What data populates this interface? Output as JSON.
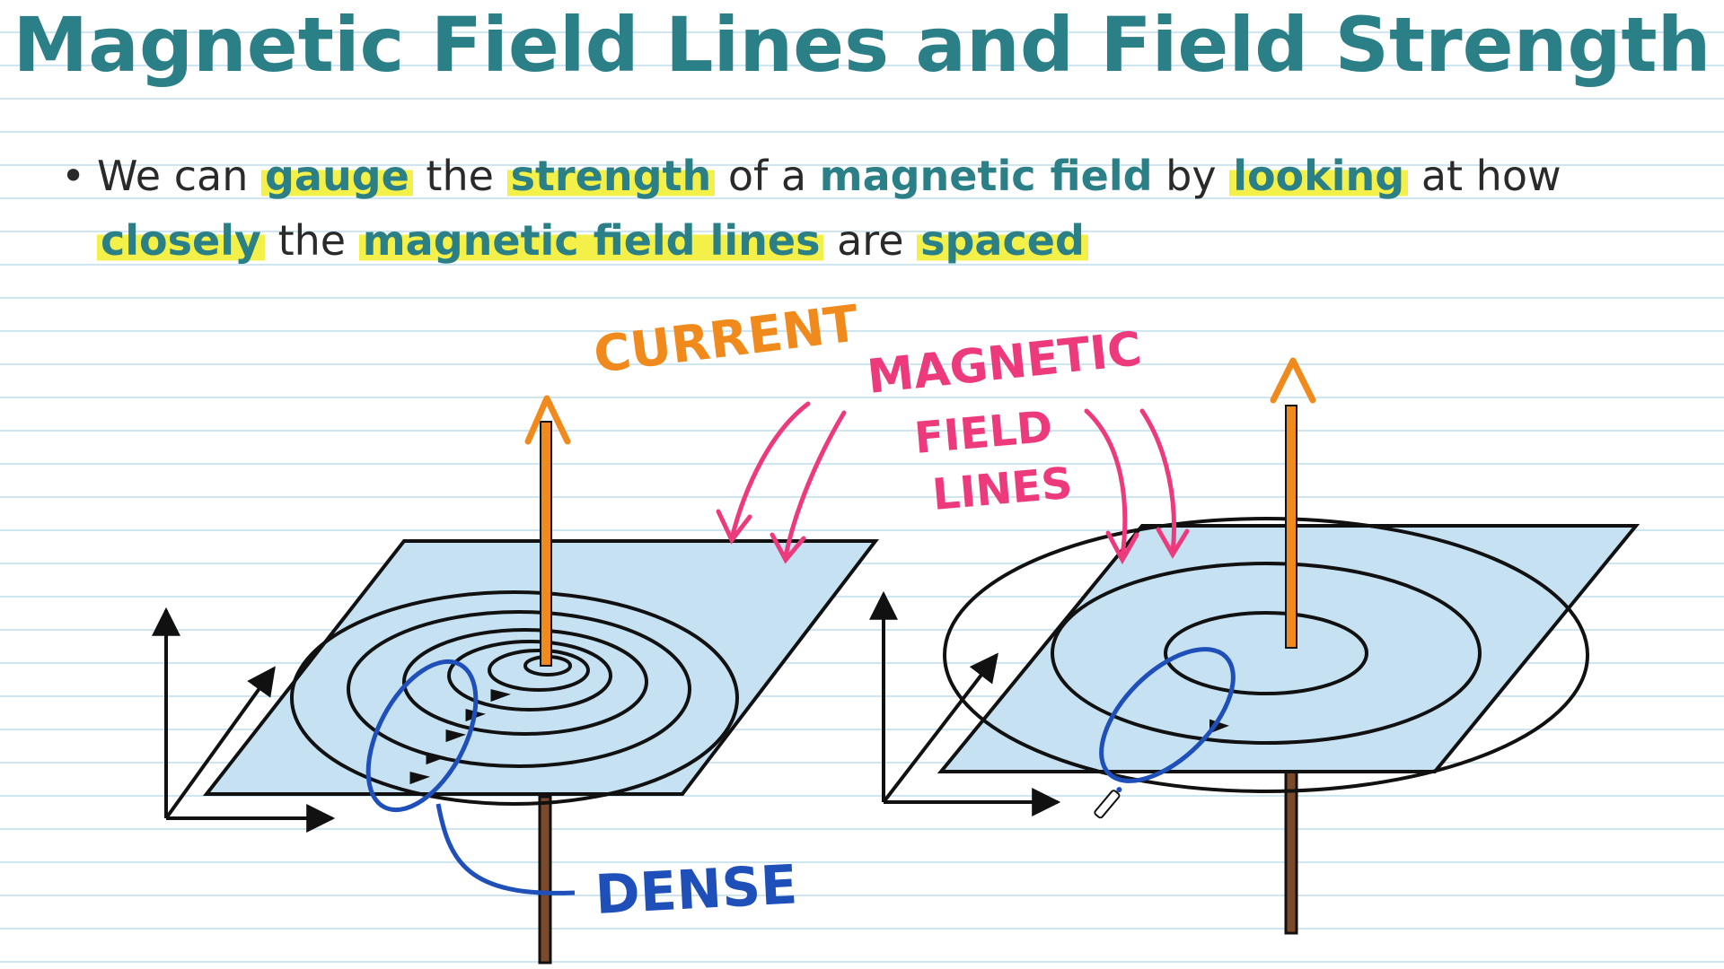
{
  "title": "Magnetic Field Lines and Field Strength",
  "bullet": {
    "p1": "We can ",
    "k1": "gauge",
    "p2": " the ",
    "k2": "strength",
    "p3": " of a ",
    "k3": "magnetic field",
    "p4": " by ",
    "k4": "looking",
    "p5": " at how",
    "k5": "closely",
    "p6": " the ",
    "k6": "magnetic field lines",
    "p7": " are ",
    "k7": "spaced"
  },
  "annotations": {
    "current": "CURRENT",
    "field_lines_1": "MAGNETIC",
    "field_lines_2": "FIELD",
    "field_lines_3": "LINES",
    "dense": "DENSE"
  },
  "colors": {
    "title": "#2b7f86",
    "highlight": "#f3f04a",
    "plane": "#c6e2f2",
    "current_arrow": "#f08a1c",
    "wire": "#7a4a2a",
    "annotation_pink": "#ec3a7c",
    "annotation_blue": "#1f4fb8"
  }
}
